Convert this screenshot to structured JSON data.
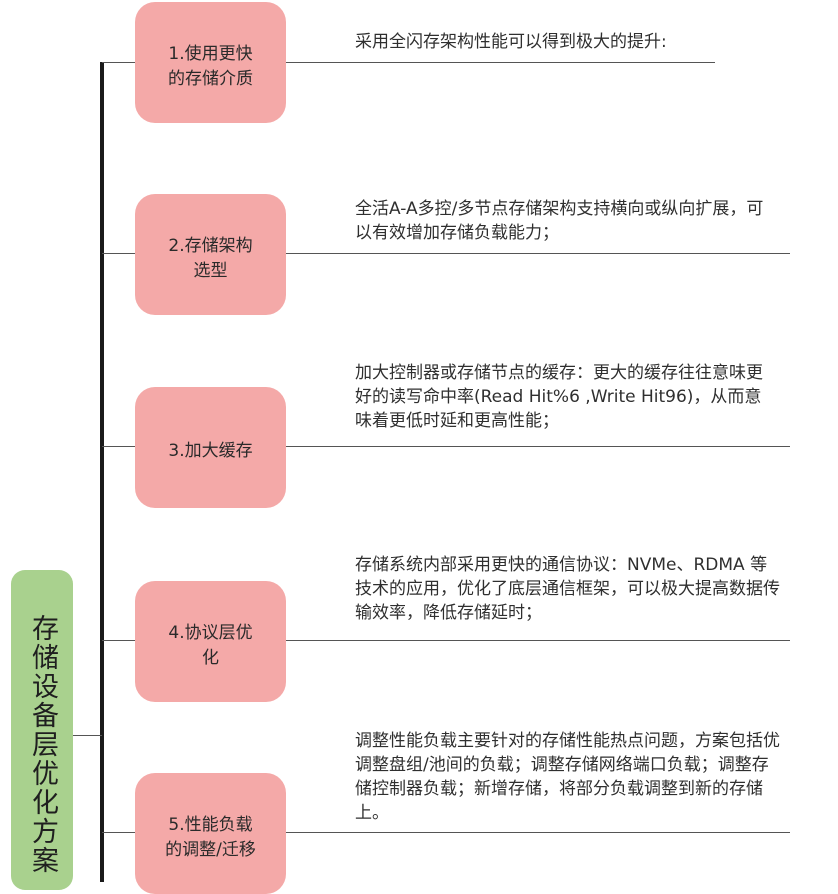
{
  "root": {
    "label": "存储设备层优化方案"
  },
  "branches": [
    {
      "label": "1.使用更快\n的存储介质",
      "desc": "采用全闪存架构性能可以得到极大的提升:"
    },
    {
      "label": "2.存储架构\n选型",
      "desc": "全活A-A多控/多节点存储架构支持横向或纵向扩展，可以有效增加存储负载能力；"
    },
    {
      "label": "3.加大缓存",
      "desc": "加大控制器或存储节点的缓存：更大的缓存往往意味更好的读写命中率(Read Hit%6 ,Write Hit96)，从而意味着更低时延和更高性能；"
    },
    {
      "label": "4.协议层优\n化",
      "desc": "存储系统内部采用更快的通信协议：NVMe、RDMA 等技术的应用，优化了底层通信框架，可以极大提高数据传输效率，降低存储延时；"
    },
    {
      "label": "5.性能负载\n的调整/迁移",
      "desc": "调整性能负载主要针对的存储性能热点问题，方案包括优调整盘组/池间的负载；调整存储网络端口负载；调整存储控制器负载；新增存储，将部分负载调整到新的存储上。"
    }
  ]
}
